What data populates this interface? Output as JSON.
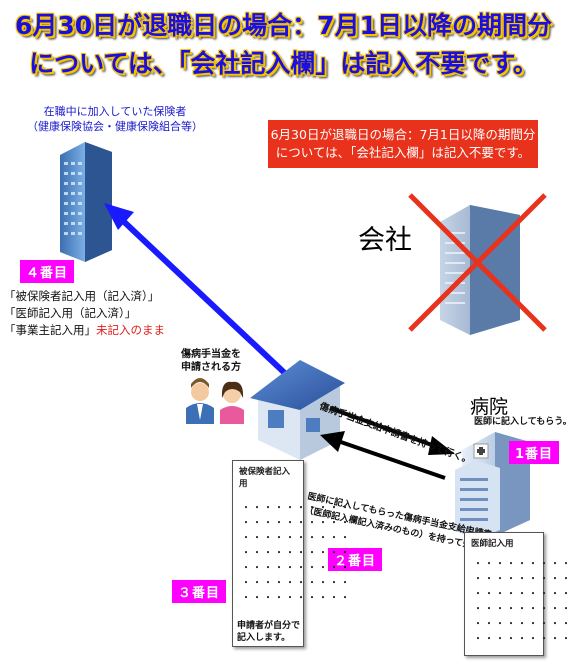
{
  "title": {
    "line1": "6月30日が退職日の場合：7月1日以降の期間分",
    "line2": "については、「会社記入欄」は記入不要です。"
  },
  "insurer": {
    "line1": "在職中に加入していた保険者",
    "line2": "（健康保険協会・健康保険組合等）"
  },
  "notice": {
    "line1": "6月30日が退職日の場合：7月1日以降の期間分",
    "line2": "については、「会社記入欄」は記入不要です。"
  },
  "company_label": "会社",
  "hospital_label": "病院",
  "steps": {
    "step1": "1番目",
    "step2": "２番目",
    "step3": "３番目",
    "step4": "４番目"
  },
  "documents": {
    "item1": "「被保険者記入用（記入済）」",
    "item2": "「医師記入用（記入済）」",
    "item3_prefix": "「事業主記入用」",
    "item3_suffix": "未記入のまま"
  },
  "applicant": {
    "line1": "傷病手当金を",
    "line2": "申請される方"
  },
  "arrow_to_hospital": "傷病手当金支給申請書を持って行く。",
  "hospital_note": "医師に記入してもらう。",
  "return_note": {
    "line1": "医師に記入してもらった傷病手当金支給申請書",
    "line2": "（医師記入欄記入済みのもの）を持って帰る。"
  },
  "form_insured_title": "被保険者記入用",
  "form_insured_note": {
    "line1": "申請者が自分で",
    "line2": "記入します。"
  },
  "form_doctor_title": "医師記入用",
  "dots_text": "・・・・・・・・・・",
  "colors": {
    "title_text": "#1a0fe0",
    "title_outline": "#f6c300",
    "notice_bg": "#e8321c",
    "step_bg": "#ff00ff",
    "arrow_blue": "#1a1aff",
    "cross_red": "#e8321c"
  }
}
